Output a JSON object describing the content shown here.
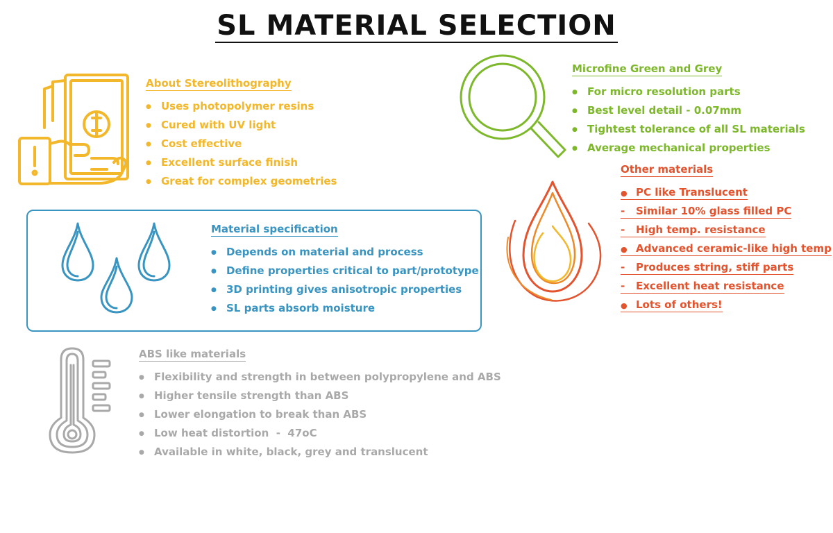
{
  "title": "SL MATERIAL SELECTION",
  "colors": {
    "about": "#f2b72a",
    "micro": "#7cb82a",
    "other": "#e2532e",
    "spec": "#3994c1",
    "abs": "#a9a9a9"
  },
  "icons": {
    "about": "money-hand-icon",
    "micro": "magnifier-icon",
    "other": "flame-icon",
    "spec": "water-drops-icon",
    "abs": "thermometer-icon"
  },
  "about": {
    "heading": "About Stereolithography",
    "items": [
      "Uses photopolymer resins",
      "Cured with UV light",
      "Cost effective",
      "Excellent surface finish",
      "Great for complex geometries"
    ]
  },
  "micro": {
    "heading": "Microfine Green and Grey",
    "items": [
      "For micro resolution parts",
      "Best level detail - 0.07mm",
      "Tightest tolerance of all SL materials",
      "Average mechanical properties"
    ]
  },
  "other": {
    "heading": "Other materials",
    "items": [
      {
        "marker": "●",
        "text": "PC like Translucent"
      },
      {
        "marker": "-",
        "text": "Similar 10% glass filled PC"
      },
      {
        "marker": "-",
        "text": "High temp. resistance"
      },
      {
        "marker": "●",
        "text": "Advanced ceramic-like high temp"
      },
      {
        "marker": "-",
        "text": "Produces string, stiff parts"
      },
      {
        "marker": "-",
        "text": "Excellent heat resistance"
      },
      {
        "marker": "●",
        "text": "Lots of others!"
      }
    ]
  },
  "spec": {
    "heading": "Material specification",
    "items": [
      "Depends on material and process",
      "Define properties critical to part/prototype",
      "3D printing gives anisotropic properties",
      "SL parts absorb moisture"
    ]
  },
  "abs": {
    "heading": "ABS like materials",
    "items": [
      "Flexibility and strength in between polypropylene and ABS",
      "Higher tensile strength than ABS",
      "Lower elongation to break than ABS",
      "Low heat distortion  -  47oC",
      "Available in white, black, grey and translucent"
    ]
  }
}
